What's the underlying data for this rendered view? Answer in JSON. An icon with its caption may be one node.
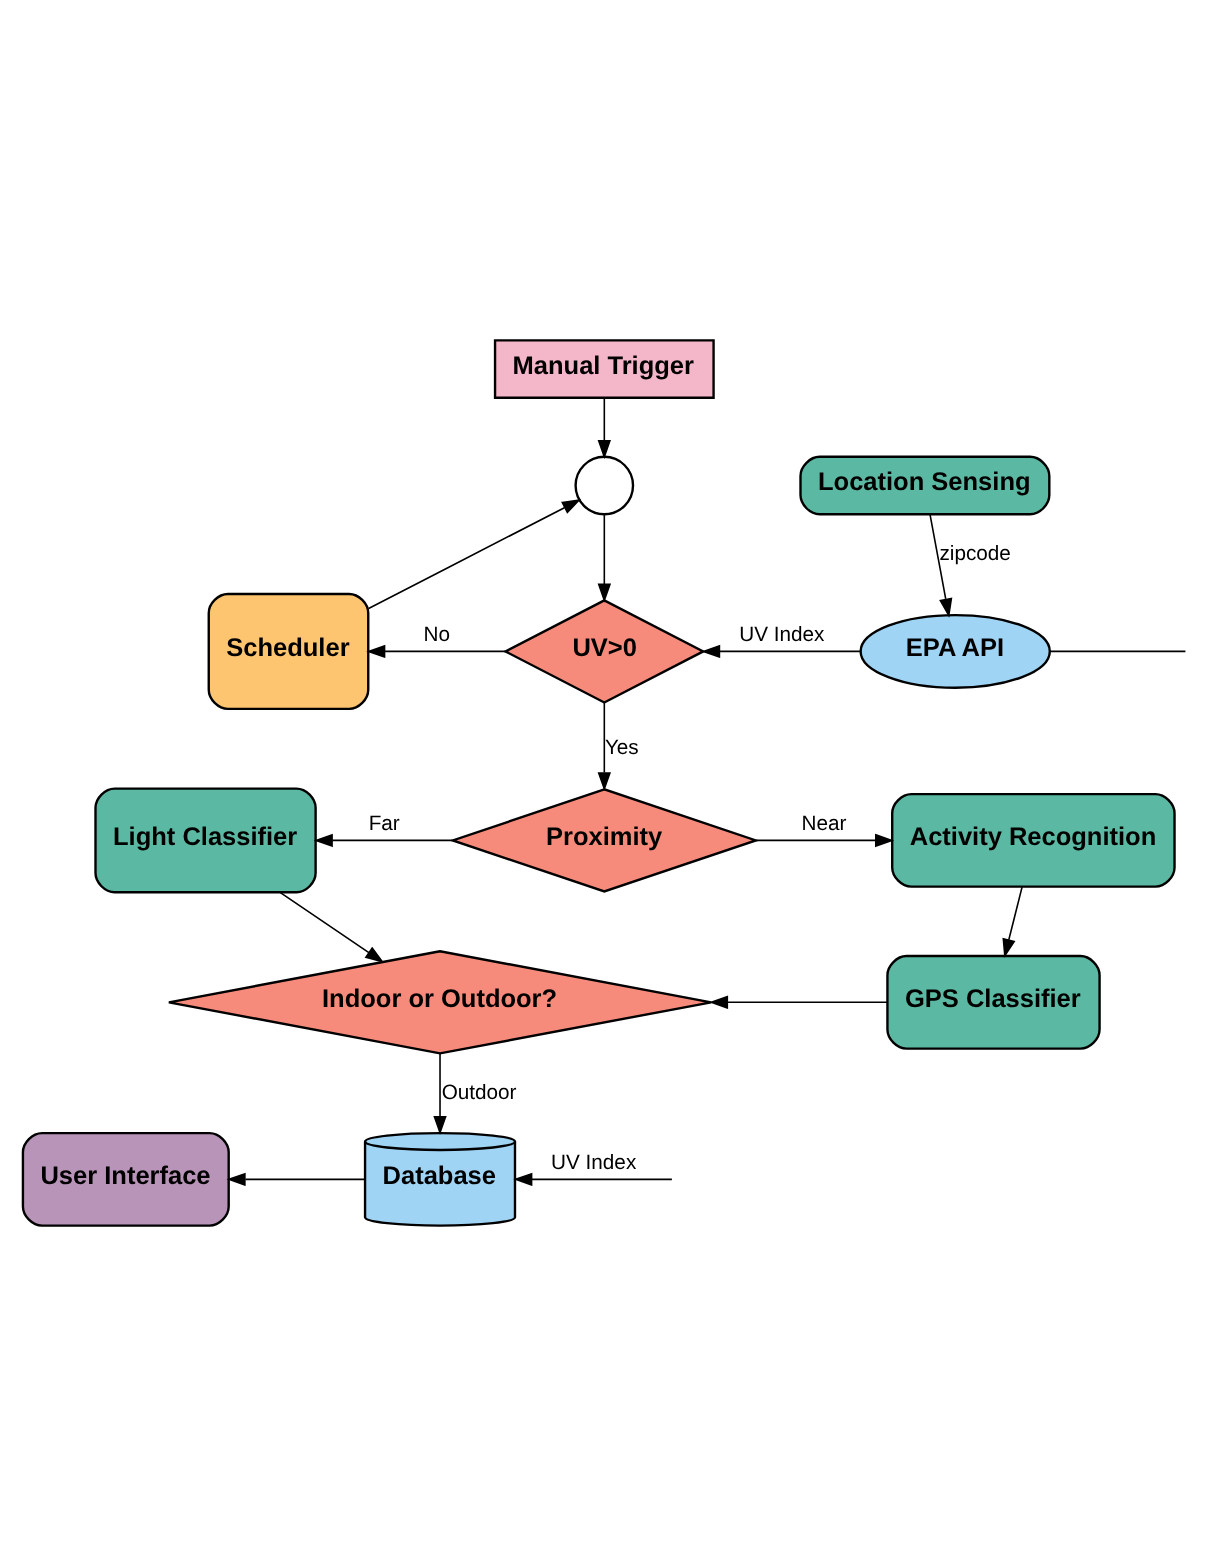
{
  "diagram": {
    "nodes": [
      {
        "text": [
          "Manual Trigger"
        ]
      },
      {
        "text": [],
        "shape": "circle"
      },
      {
        "text": [
          "Location Sensing"
        ]
      },
      {
        "text": [
          "Scheduler"
        ]
      },
      {
        "text": [
          "UV>0"
        ]
      },
      {
        "text": [
          "EPA API"
        ]
      },
      {
        "text": [
          "Light Classifier"
        ]
      },
      {
        "text": [
          "Proximity"
        ]
      },
      {
        "text": [
          "Activity Recognition"
        ]
      },
      {
        "text": [
          "Indoor or Outdoor?"
        ]
      },
      {
        "text": [
          "GPS Classifier"
        ]
      },
      {
        "text": [
          "User Interface"
        ]
      },
      {
        "text": [
          "Database"
        ]
      }
    ],
    "edges": [
      {
        "from": 0,
        "to": 1,
        "arrow": "to"
      },
      {
        "from": 3,
        "to": 1,
        "arrow": "to"
      },
      {
        "from": 1,
        "to": 4,
        "arrow": "to"
      },
      {
        "from": 2,
        "to": 5,
        "label": "zipcode",
        "arrow": "to"
      },
      {
        "from": 4,
        "to": 3,
        "label": "No",
        "arrow": "to"
      },
      {
        "from": 5,
        "to": 4,
        "label": "UV Index",
        "arrow": "to"
      },
      {
        "from": 4,
        "to": 7,
        "label": "Yes",
        "arrow": "to"
      },
      {
        "from": 7,
        "to": 6,
        "label": "Far",
        "arrow": "to"
      },
      {
        "from": 7,
        "to": 8,
        "label": "Near",
        "arrow": "to"
      },
      {
        "from": 6,
        "to": 9,
        "arrow": "to"
      },
      {
        "from": 8,
        "to": 10,
        "arrow": "to"
      },
      {
        "from": 10,
        "to": 9,
        "arrow": "to"
      },
      {
        "from": 9,
        "to": 12,
        "label": "Outdoor",
        "arrow": "to"
      },
      {
        "from": 12,
        "to": 11,
        "arrow": "to"
      },
      {
        "from": 5,
        "to": null,
        "arrow": "none"
      },
      {
        "from": null,
        "to": 12,
        "label": "UV Index",
        "arrow": "to"
      }
    ]
  }
}
